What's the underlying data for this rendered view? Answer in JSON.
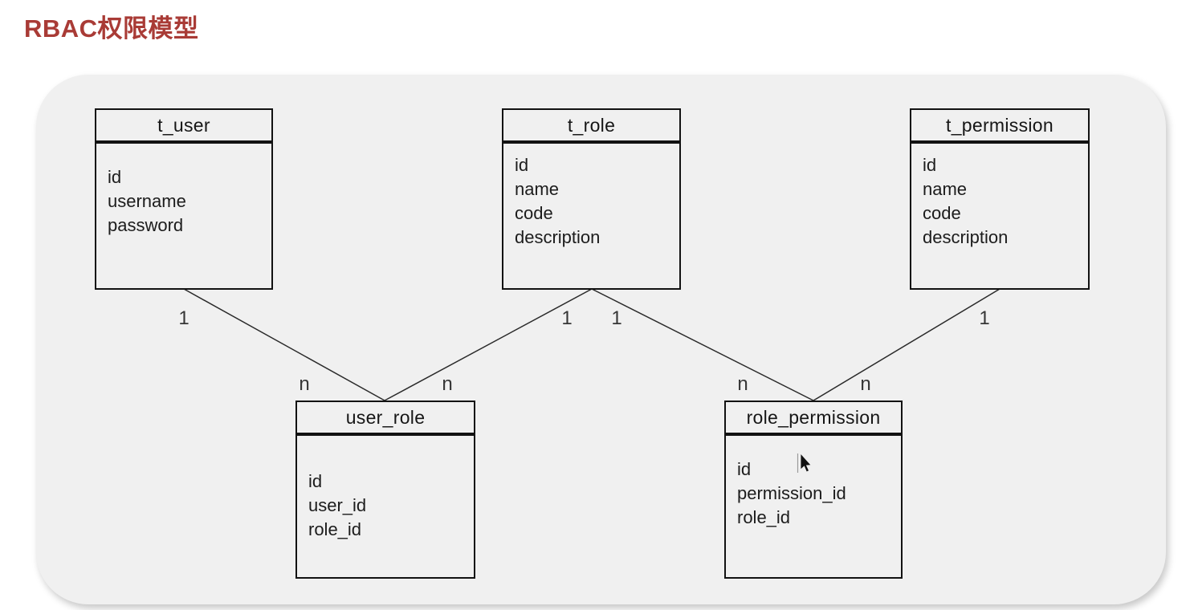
{
  "title": "RBAC权限模型",
  "colors": {
    "title_text": "#a93b36",
    "panel_background": "#f0f0f0",
    "entity_border": "#121212",
    "relationship_line": "#2a2a2a"
  },
  "entities": [
    {
      "name": "t_user",
      "fields": [
        "id",
        "username",
        "password"
      ]
    },
    {
      "name": "t_role",
      "fields": [
        "id",
        "name",
        "code",
        "description"
      ]
    },
    {
      "name": "t_permission",
      "fields": [
        "id",
        "name",
        "code",
        "description"
      ]
    },
    {
      "name": "user_role",
      "fields": [
        "id",
        "user_id",
        "role_id"
      ]
    },
    {
      "name": "role_permission",
      "fields": [
        "id",
        "permission_id",
        "role_id"
      ]
    }
  ],
  "relationships": [
    {
      "from": "t_user",
      "to": "user_role",
      "from_label": "1",
      "to_label": "n"
    },
    {
      "from": "t_role",
      "to": "user_role",
      "from_label": "1",
      "to_label": "n"
    },
    {
      "from": "t_role",
      "to": "role_permission",
      "from_label": "1",
      "to_label": "n"
    },
    {
      "from": "t_permission",
      "to": "role_permission",
      "from_label": "1",
      "to_label": "n"
    }
  ]
}
